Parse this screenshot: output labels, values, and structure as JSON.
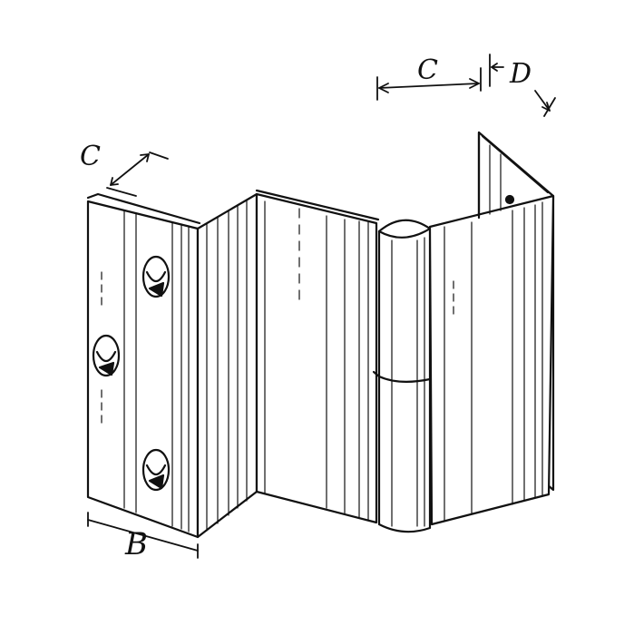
{
  "diagram": {
    "subject": "hinge",
    "labels": {
      "c_top": "C",
      "d_top": "D",
      "c_left": "C",
      "b_bottom": "B"
    },
    "colors": {
      "ink": "#111111",
      "paper": "#ffffff"
    }
  }
}
